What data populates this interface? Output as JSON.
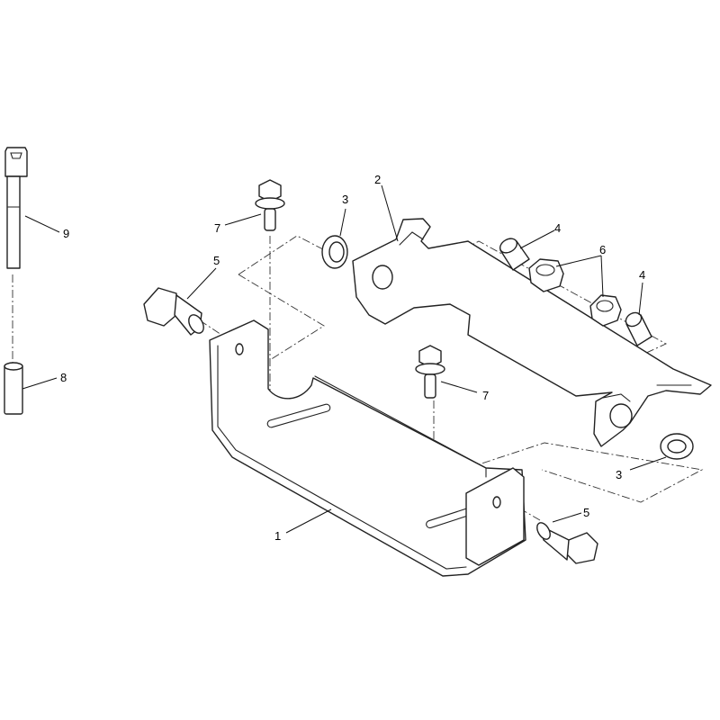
{
  "callouts": {
    "c1": "1",
    "c2": "2",
    "c3a": "3",
    "c3b": "3",
    "c4a": "4",
    "c4b": "4",
    "c5a": "5",
    "c5b": "5",
    "c6": "6",
    "c7a": "7",
    "c7b": "7",
    "c8": "8",
    "c9": "9"
  }
}
